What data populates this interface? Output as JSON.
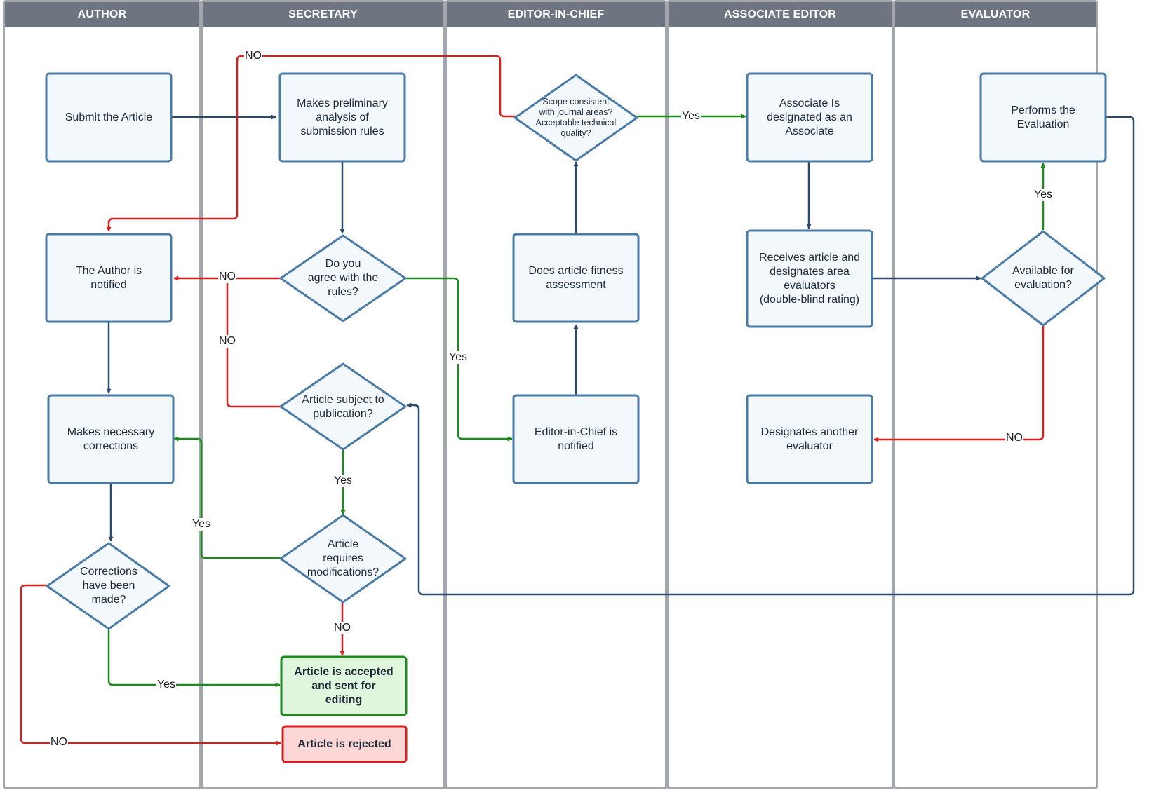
{
  "lanes": [
    {
      "id": "author",
      "label": "AUTHOR"
    },
    {
      "id": "secretary",
      "label": "SECRETARY"
    },
    {
      "id": "eic",
      "label": "EDITOR-IN-CHIEF"
    },
    {
      "id": "ae",
      "label": "ASSOCIATE EDITOR"
    },
    {
      "id": "eval",
      "label": "EVALUATOR"
    }
  ],
  "nodes": {
    "submit": "Submit the Article",
    "author_notified": "The Author is\nnotified",
    "makes_corrections": "Makes necessary\ncorrections",
    "corrections_made": "Corrections\nhave been\nmade?",
    "prelim_analysis": "Makes preliminary\nanalysis of\nsubmission rules",
    "agree_rules": "Do you\nagree with the\nrules?",
    "subject_publication": "Article subject to\npublication?",
    "requires_mods": "Article\nrequires\nmodifications?",
    "accepted": "Article is accepted\nand sent for\nediting",
    "rejected": "Article is rejected",
    "scope_consistent": "Scope consistent\nwith journal areas?\nAcceptable technical\nquality?",
    "fitness_assessment": "Does article fitness\nassessment",
    "eic_notified": "Editor-in-Chief is\nnotified",
    "associate_designated": "Associate Is\ndesignated as an\nAssociate",
    "receives_article": "Receives article and\ndesignates area\nevaluators\n(double-blind rating)",
    "designates_another": "Designates another\nevaluator",
    "performs_evaluation": "Performs the\nEvaluation",
    "available_eval": "Available for\nevaluation?"
  },
  "edge_labels": {
    "scope_no": "NO",
    "scope_yes": "Yes",
    "agree_no": "NO",
    "subject_no": "NO",
    "agree_yes": "Yes",
    "subject_yes": "Yes",
    "mods_yes": "Yes",
    "mods_no": "NO",
    "corr_yes": "Yes",
    "corr_no": "NO",
    "avail_yes": "Yes",
    "avail_no": "NO"
  },
  "colors": {
    "lane_header": "#6f7580",
    "node_fill": "#f3f8fc",
    "node_stroke": "#4a7ba6",
    "flow": "#2c4a6b",
    "yes": "#1f8a1f",
    "no": "#d42020",
    "accepted_fill": "#e1f7dd",
    "rejected_fill": "#fdd6d6"
  }
}
